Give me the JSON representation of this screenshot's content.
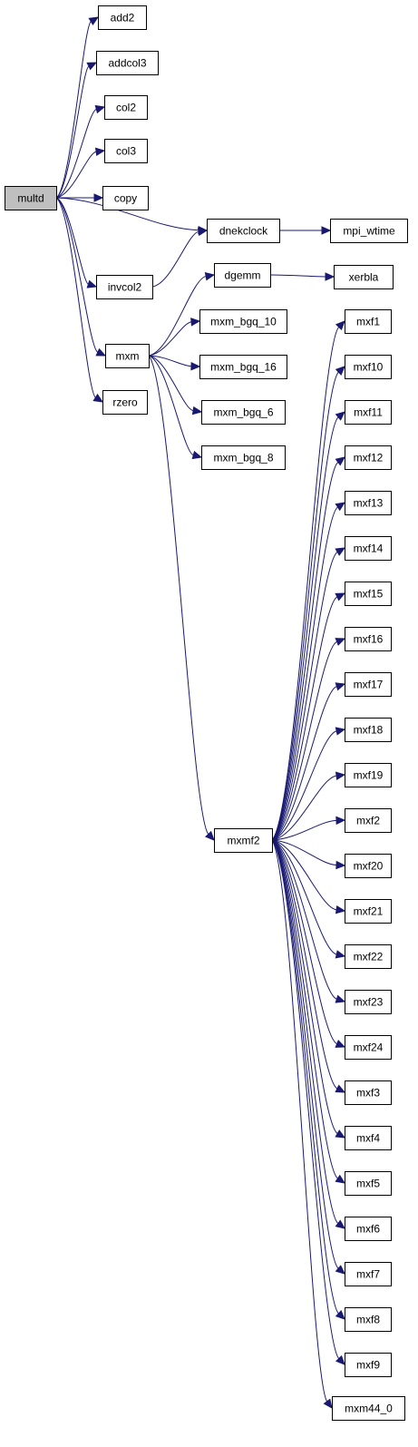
{
  "graph": {
    "root": "multd",
    "edge_color": "#191970",
    "root_fill": "#bfbfbf",
    "nodes": [
      {
        "id": "multd",
        "label": "multd"
      },
      {
        "id": "add2",
        "label": "add2"
      },
      {
        "id": "addcol3",
        "label": "addcol3"
      },
      {
        "id": "col2",
        "label": "col2"
      },
      {
        "id": "col3",
        "label": "col3"
      },
      {
        "id": "copy",
        "label": "copy"
      },
      {
        "id": "dnekclock",
        "label": "dnekclock"
      },
      {
        "id": "mpi_wtime",
        "label": "mpi_wtime"
      },
      {
        "id": "invcol2",
        "label": "invcol2"
      },
      {
        "id": "dgemm",
        "label": "dgemm"
      },
      {
        "id": "xerbla",
        "label": "xerbla"
      },
      {
        "id": "mxm",
        "label": "mxm"
      },
      {
        "id": "mxm_bgq_10",
        "label": "mxm_bgq_10"
      },
      {
        "id": "mxm_bgq_16",
        "label": "mxm_bgq_16"
      },
      {
        "id": "mxm_bgq_6",
        "label": "mxm_bgq_6"
      },
      {
        "id": "mxm_bgq_8",
        "label": "mxm_bgq_8"
      },
      {
        "id": "rzero",
        "label": "rzero"
      },
      {
        "id": "mxmf2",
        "label": "mxmf2"
      },
      {
        "id": "mxf1",
        "label": "mxf1"
      },
      {
        "id": "mxf10",
        "label": "mxf10"
      },
      {
        "id": "mxf11",
        "label": "mxf11"
      },
      {
        "id": "mxf12",
        "label": "mxf12"
      },
      {
        "id": "mxf13",
        "label": "mxf13"
      },
      {
        "id": "mxf14",
        "label": "mxf14"
      },
      {
        "id": "mxf15",
        "label": "mxf15"
      },
      {
        "id": "mxf16",
        "label": "mxf16"
      },
      {
        "id": "mxf17",
        "label": "mxf17"
      },
      {
        "id": "mxf18",
        "label": "mxf18"
      },
      {
        "id": "mxf19",
        "label": "mxf19"
      },
      {
        "id": "mxf2",
        "label": "mxf2"
      },
      {
        "id": "mxf20",
        "label": "mxf20"
      },
      {
        "id": "mxf21",
        "label": "mxf21"
      },
      {
        "id": "mxf22",
        "label": "mxf22"
      },
      {
        "id": "mxf23",
        "label": "mxf23"
      },
      {
        "id": "mxf24",
        "label": "mxf24"
      },
      {
        "id": "mxf3",
        "label": "mxf3"
      },
      {
        "id": "mxf4",
        "label": "mxf4"
      },
      {
        "id": "mxf5",
        "label": "mxf5"
      },
      {
        "id": "mxf6",
        "label": "mxf6"
      },
      {
        "id": "mxf7",
        "label": "mxf7"
      },
      {
        "id": "mxf8",
        "label": "mxf8"
      },
      {
        "id": "mxf9",
        "label": "mxf9"
      },
      {
        "id": "mxm44_0",
        "label": "mxm44_0"
      }
    ],
    "edges": [
      [
        "multd",
        "add2"
      ],
      [
        "multd",
        "addcol3"
      ],
      [
        "multd",
        "col2"
      ],
      [
        "multd",
        "col3"
      ],
      [
        "multd",
        "copy"
      ],
      [
        "multd",
        "dnekclock"
      ],
      [
        "multd",
        "invcol2"
      ],
      [
        "multd",
        "mxm"
      ],
      [
        "multd",
        "rzero"
      ],
      [
        "dnekclock",
        "mpi_wtime"
      ],
      [
        "invcol2",
        "dnekclock"
      ],
      [
        "mxm",
        "dgemm"
      ],
      [
        "mxm",
        "mxm_bgq_10"
      ],
      [
        "mxm",
        "mxm_bgq_16"
      ],
      [
        "mxm",
        "mxm_bgq_6"
      ],
      [
        "mxm",
        "mxm_bgq_8"
      ],
      [
        "mxm",
        "mxmf2"
      ],
      [
        "dgemm",
        "xerbla"
      ],
      [
        "mxmf2",
        "mxf1"
      ],
      [
        "mxmf2",
        "mxf10"
      ],
      [
        "mxmf2",
        "mxf11"
      ],
      [
        "mxmf2",
        "mxf12"
      ],
      [
        "mxmf2",
        "mxf13"
      ],
      [
        "mxmf2",
        "mxf14"
      ],
      [
        "mxmf2",
        "mxf15"
      ],
      [
        "mxmf2",
        "mxf16"
      ],
      [
        "mxmf2",
        "mxf17"
      ],
      [
        "mxmf2",
        "mxf18"
      ],
      [
        "mxmf2",
        "mxf19"
      ],
      [
        "mxmf2",
        "mxf2"
      ],
      [
        "mxmf2",
        "mxf20"
      ],
      [
        "mxmf2",
        "mxf21"
      ],
      [
        "mxmf2",
        "mxf22"
      ],
      [
        "mxmf2",
        "mxf23"
      ],
      [
        "mxmf2",
        "mxf24"
      ],
      [
        "mxmf2",
        "mxf3"
      ],
      [
        "mxmf2",
        "mxf4"
      ],
      [
        "mxmf2",
        "mxf5"
      ],
      [
        "mxmf2",
        "mxf6"
      ],
      [
        "mxmf2",
        "mxf7"
      ],
      [
        "mxmf2",
        "mxf8"
      ],
      [
        "mxmf2",
        "mxf9"
      ],
      [
        "mxmf2",
        "mxm44_0"
      ]
    ]
  }
}
